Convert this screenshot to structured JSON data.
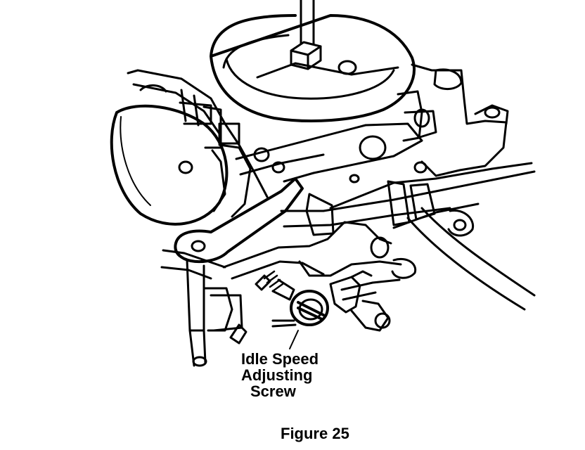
{
  "callout": {
    "lines": [
      "Idle Speed",
      "Adjusting",
      "Screw"
    ]
  },
  "caption": "Figure 25",
  "colors": {
    "ink": "#000000",
    "paper": "#ffffff"
  }
}
